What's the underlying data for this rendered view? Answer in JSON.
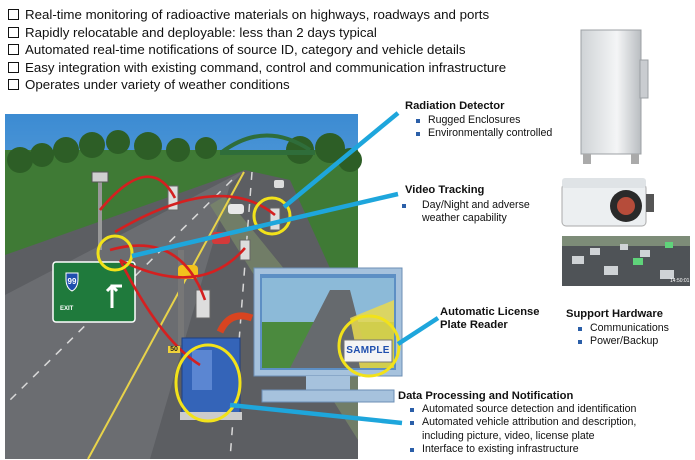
{
  "bullets": [
    "Real-time monitoring of radioactive materials on highways, roadways and ports",
    "Rapidly relocatable and deployable: less than 2 days typical",
    "Automated real-time notifications of source ID, category and vehicle details",
    "Easy integration with existing command, control and communication infrastructure",
    "Operates under variety of weather conditions"
  ],
  "sections": {
    "radiation": {
      "title": "Radiation Detector",
      "items": [
        "Rugged Enclosures",
        "Environmentally controlled"
      ]
    },
    "video": {
      "title": "Video Tracking",
      "items": [
        "Day/Night and adverse weather capability"
      ]
    },
    "alpr": {
      "title_line1": "Automatic License",
      "title_line2": "Plate Reader"
    },
    "support": {
      "title": "Support Hardware",
      "items": [
        "Communications",
        "Power/Backup"
      ]
    },
    "data": {
      "title": "Data Processing and Notification",
      "items": [
        "Automated source detection and identification",
        "Automated vehicle attribution and description, including picture, video, license plate",
        "Interface to existing infrastructure"
      ]
    }
  },
  "scene": {
    "highway_shield": "99",
    "exit_label": "EXIT",
    "plate_text": "SAMPLE",
    "speed_sign": "50",
    "camera_timestamp": "14:50:01"
  },
  "colors": {
    "callout_line": "#1ea6dc",
    "highlight_circle": "#f2e21a",
    "signal_path": "#d42020",
    "bullet_square": "#2b5fa8"
  }
}
